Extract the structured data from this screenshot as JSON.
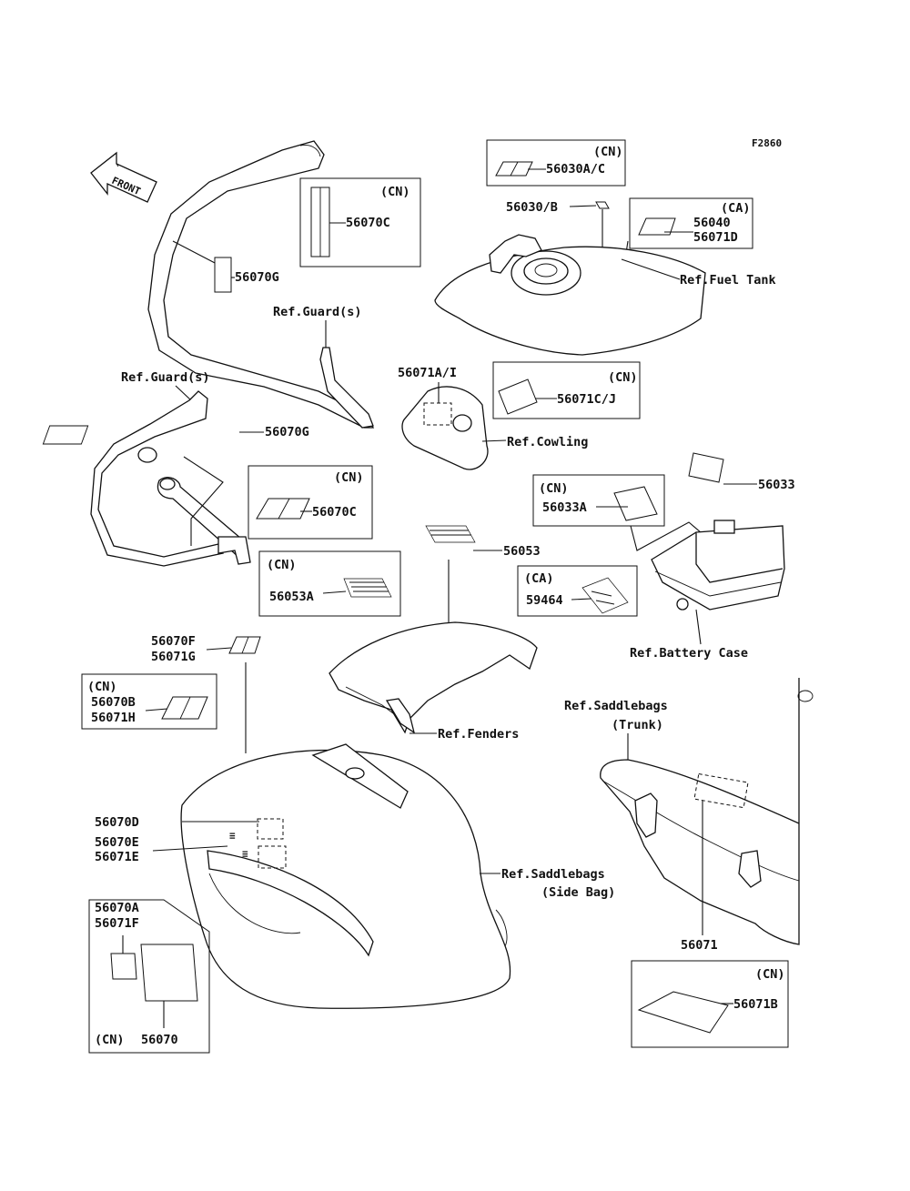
{
  "figure_id": "F2860",
  "front_label": "FRONT",
  "labels": {
    "l56070G_top": "56070G",
    "l56070C_top": "56070C",
    "cn_top_guard": "(CN)",
    "ref_guard_top": "Ref.Guard(s)",
    "ref_guard_left": "Ref.Guard(s)",
    "l56070G_mid": "56070G",
    "cn_56070C_mid": "(CN)",
    "l56070C_mid": "56070C",
    "cn_56053A": "(CN)",
    "l56053A": "56053A",
    "cn_56030AC": "(CN)",
    "l56030AC": "56030A/C",
    "l56030B": "56030/B",
    "ca_56040": "(CA)",
    "l56040": "56040",
    "l56071D": "56071D",
    "ref_fuel_tank": "Ref.Fuel Tank",
    "l56071AI": "56071A/I",
    "cn_56071CJ": "(CN)",
    "l56071CJ": "56071C/J",
    "ref_cowling": "Ref.Cowling",
    "l56033": "56033",
    "cn_56033A": "(CN)",
    "l56033A": "56033A",
    "l56053": "56053",
    "ca_59464": "(CA)",
    "l59464": "59464",
    "ref_battery_case": "Ref.Battery Case",
    "l56070F": "56070F",
    "l56071G": "56071G",
    "cn_56070B": "(CN)",
    "l56070B": "56070B",
    "l56071H": "56071H",
    "ref_fenders": "Ref.Fenders",
    "ref_saddlebags_trunk_1": "Ref.Saddlebags",
    "ref_saddlebags_trunk_2": "(Trunk)",
    "l56070D": "56070D",
    "l56070E": "56070E",
    "l56071E": "56071E",
    "ref_saddlebags_side_1": "Ref.Saddlebags",
    "ref_saddlebags_side_2": "(Side Bag)",
    "l56071": "56071",
    "l56070A": "56070A",
    "l56071F": "56071F",
    "cn_56070": "(CN)",
    "l56070": "56070",
    "cn_56071B": "(CN)",
    "l56071B": "56071B"
  }
}
